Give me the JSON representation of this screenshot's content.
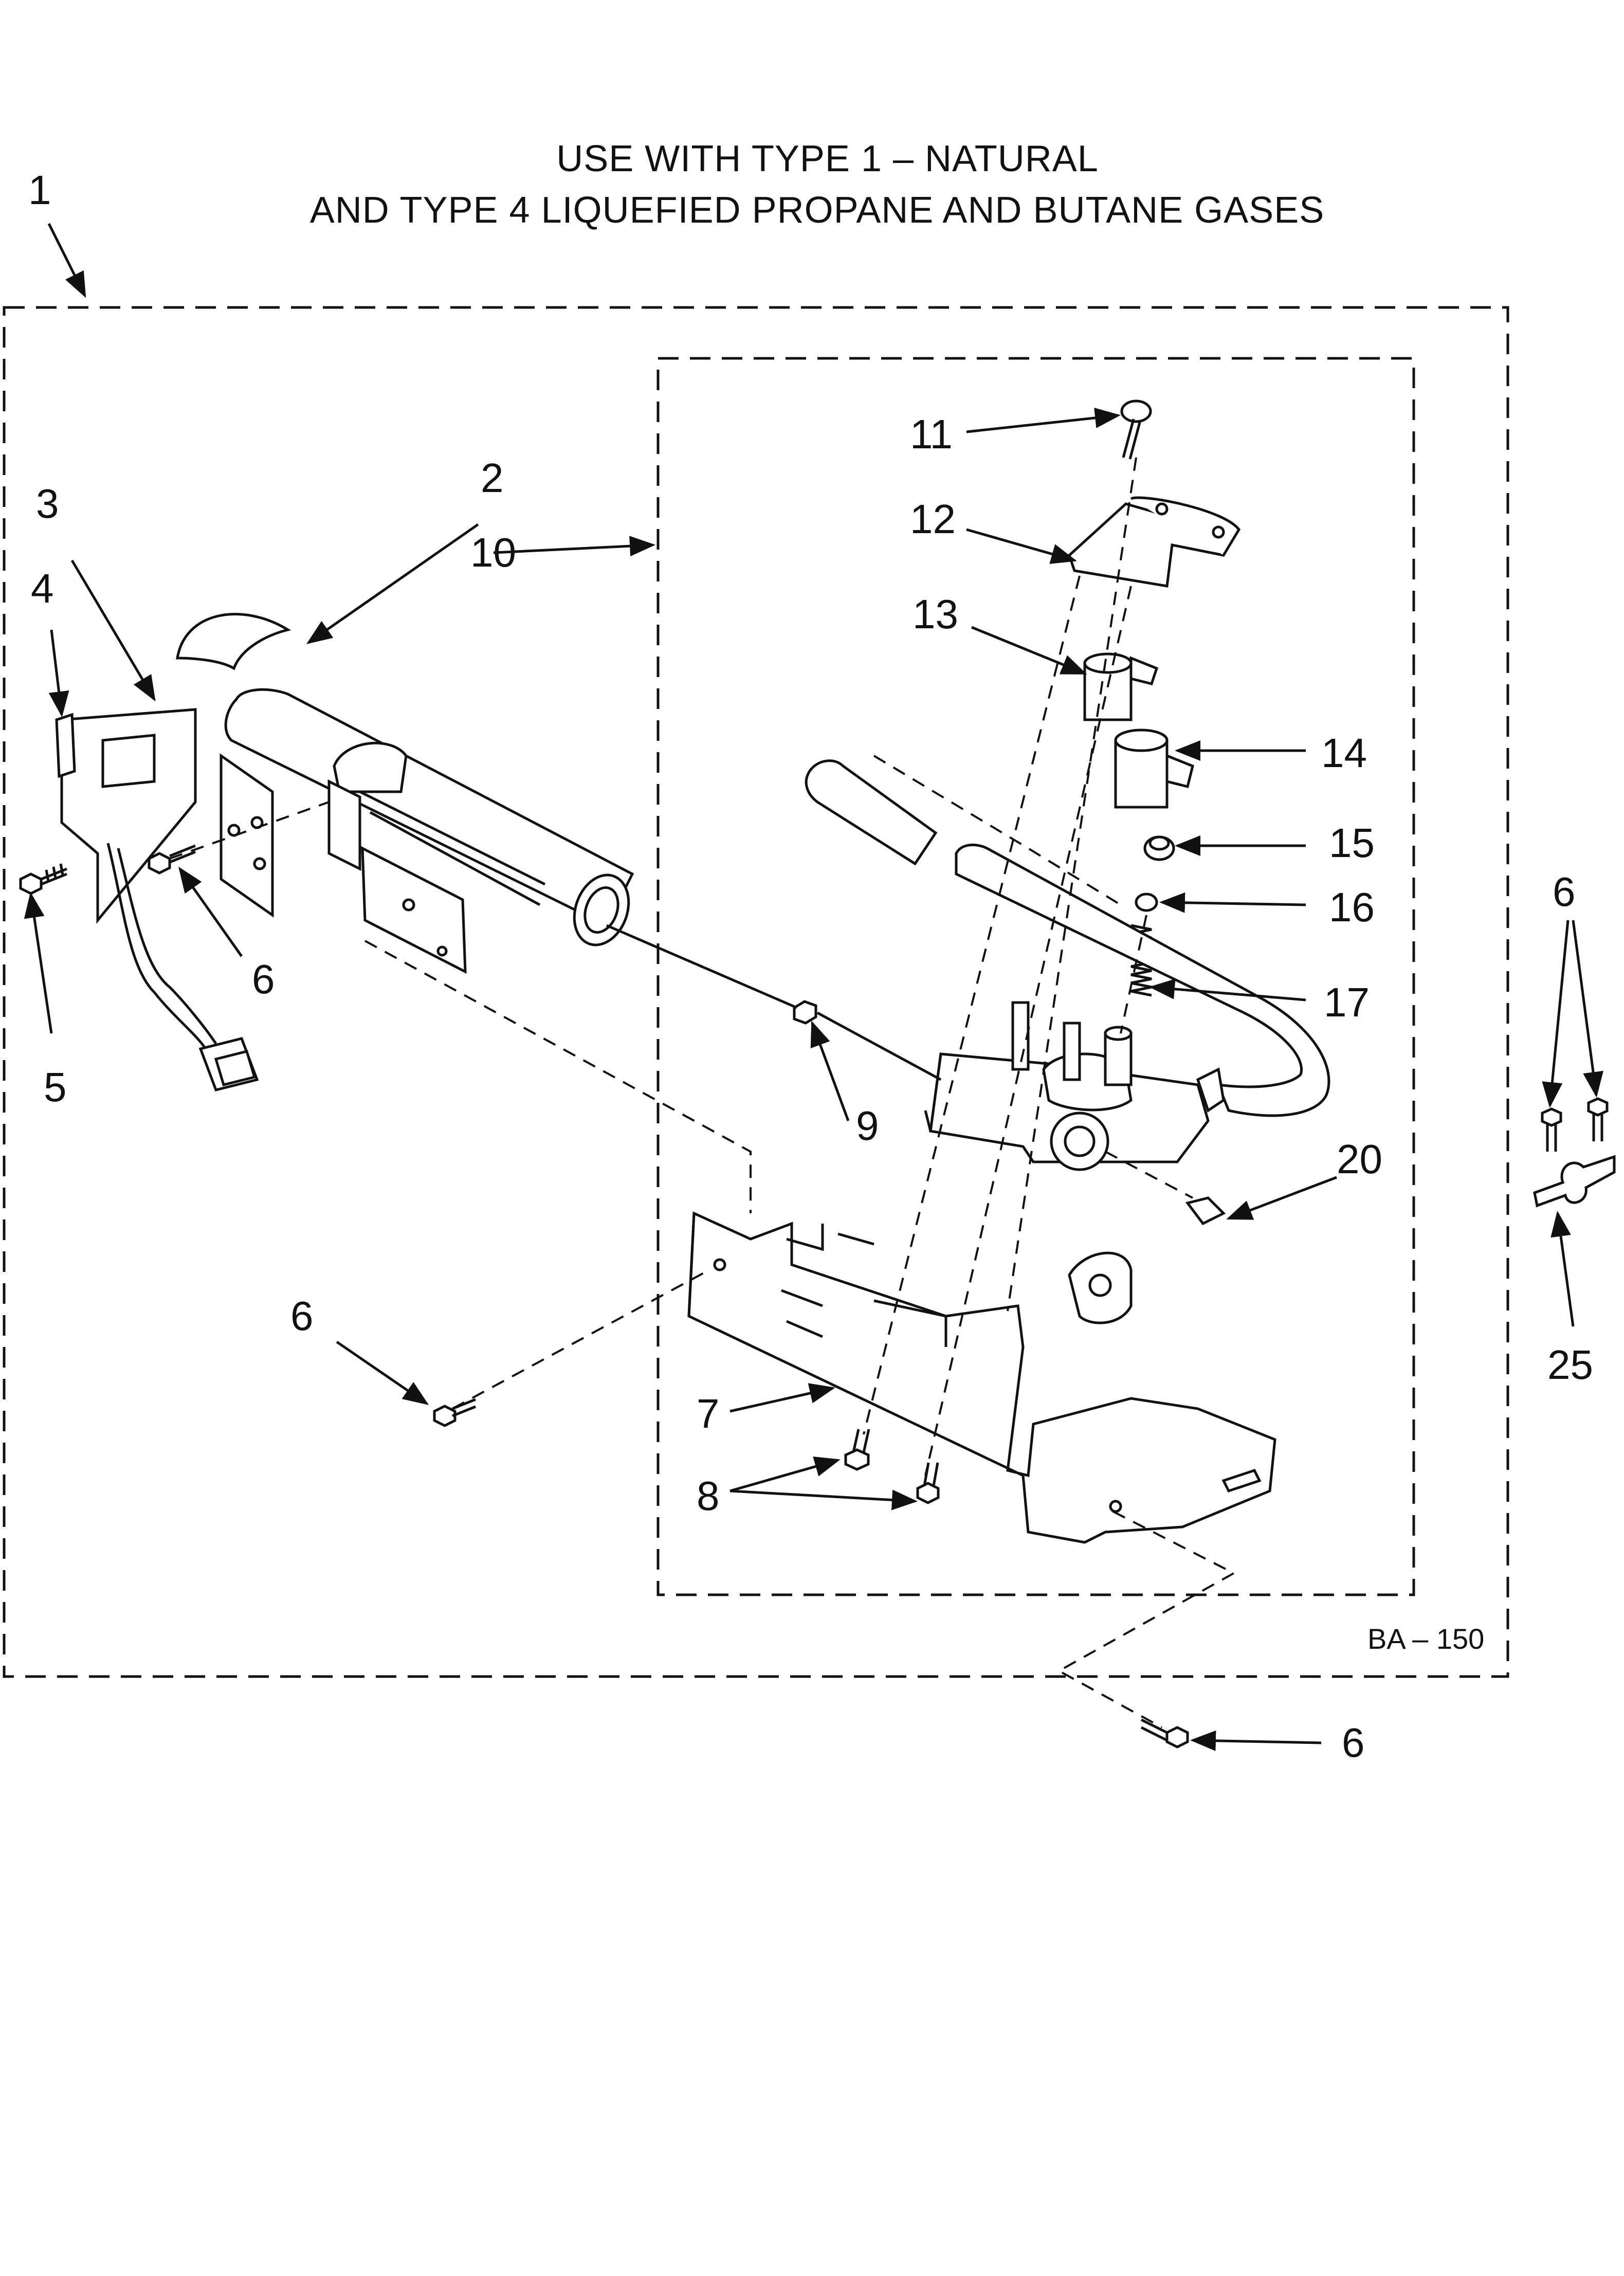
{
  "title": {
    "line1": "USE WITH TYPE 1  –   NATURAL",
    "line2": "AND TYPE 4     LIQUEFIED PROPANE AND BUTANE GASES"
  },
  "diagram_code": "BA – 150",
  "callouts": {
    "c1": "1",
    "c2": "2",
    "c3": "3",
    "c4": "4",
    "c5": "5",
    "c6_left": "6",
    "c6_lower": "6",
    "c6_bottom": "6",
    "c6_right": "6",
    "c7": "7",
    "c8": "8",
    "c9": "9",
    "c10": "10",
    "c11": "11",
    "c12": "12",
    "c13": "13",
    "c14": "14",
    "c15": "15",
    "c16": "16",
    "c17": "17",
    "c20": "20",
    "c25": "25"
  }
}
